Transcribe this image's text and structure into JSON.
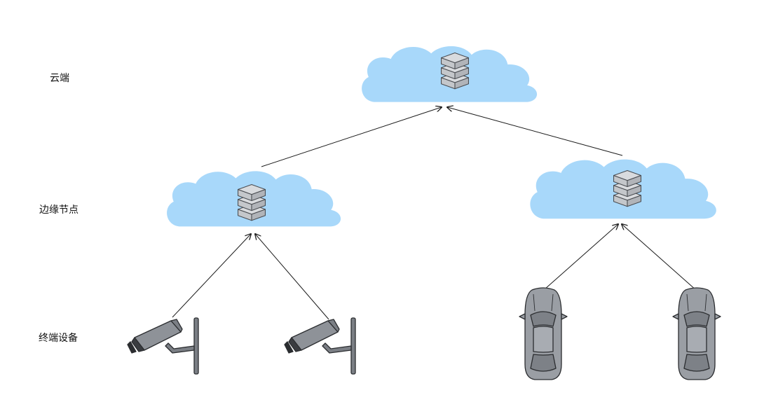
{
  "tiers": {
    "cloud": "云端",
    "edge": "边缘节点",
    "device": "终端设备"
  },
  "nodes": [
    {
      "id": "cloud",
      "kind": "cloud-server"
    },
    {
      "id": "edge-left",
      "kind": "cloud-server"
    },
    {
      "id": "edge-right",
      "kind": "cloud-server"
    },
    {
      "id": "camera-1",
      "kind": "security-camera"
    },
    {
      "id": "camera-2",
      "kind": "security-camera"
    },
    {
      "id": "car-1",
      "kind": "car"
    },
    {
      "id": "car-2",
      "kind": "car"
    }
  ],
  "edges": [
    {
      "from": "edge-left",
      "to": "cloud"
    },
    {
      "from": "edge-right",
      "to": "cloud"
    },
    {
      "from": "camera-1",
      "to": "edge-left"
    },
    {
      "from": "camera-2",
      "to": "edge-left"
    },
    {
      "from": "car-1",
      "to": "edge-right"
    },
    {
      "from": "car-2",
      "to": "edge-right"
    }
  ],
  "colors": {
    "cloud": "#a8d8fa",
    "server": "#d9dbde",
    "server_stroke": "#4a4d52",
    "camera": "#7b7f85",
    "car": "#9a9ea4",
    "line": "#1a1a1a"
  }
}
